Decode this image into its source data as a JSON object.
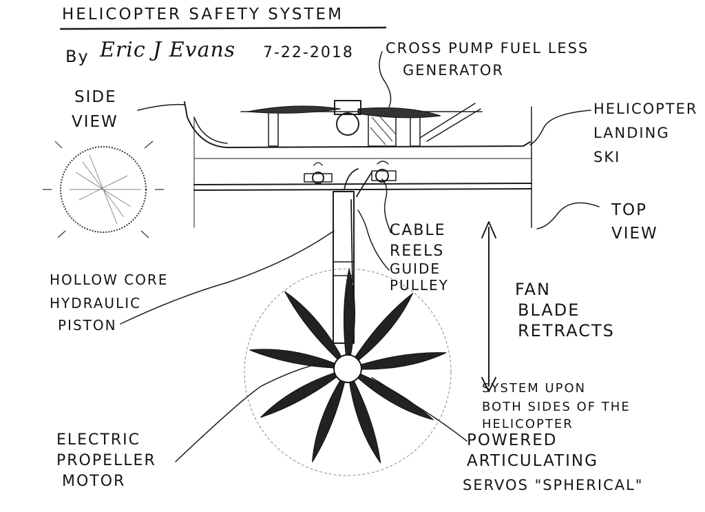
{
  "title": "HELICOPTER SAFETY SYSTEM",
  "author_prefix": "By",
  "signature": "Eric J Evans",
  "date": "7-22-2018",
  "labels": {
    "generator_1": "CROSS PUMP FUEL LESS",
    "generator_2": "GENERATOR",
    "side_1": "SIDE",
    "side_2": "VIEW",
    "ski_1": "HELICOPTER",
    "ski_2": "LANDING",
    "ski_3": "SKI",
    "top_1": "TOP",
    "top_2": "VIEW",
    "cable_1": "CABLE",
    "cable_2": "REELS",
    "guide_1": "GUIDE",
    "guide_2": "PULLEY",
    "piston_1": "HOLLOW CORE",
    "piston_2": "HYDRAULIC",
    "piston_3": "PISTON",
    "fan_1": "FAN",
    "fan_2": "BLADE",
    "fan_3": "RETRACTS",
    "system_1": "SYSTEM UPON",
    "system_2": "BOTH SIDES OF THE",
    "system_3": "HELICOPTER",
    "servo_1": "POWERED",
    "servo_2": "ARTICULATING",
    "servo_3": "SERVOS \"SPHERICAL\"",
    "motor_1": "ELECTRIC",
    "motor_2": "PROPELLER",
    "motor_3": "MOTOR"
  },
  "colors": {
    "ink": "#1a1a1a",
    "paper": "#ffffff"
  }
}
